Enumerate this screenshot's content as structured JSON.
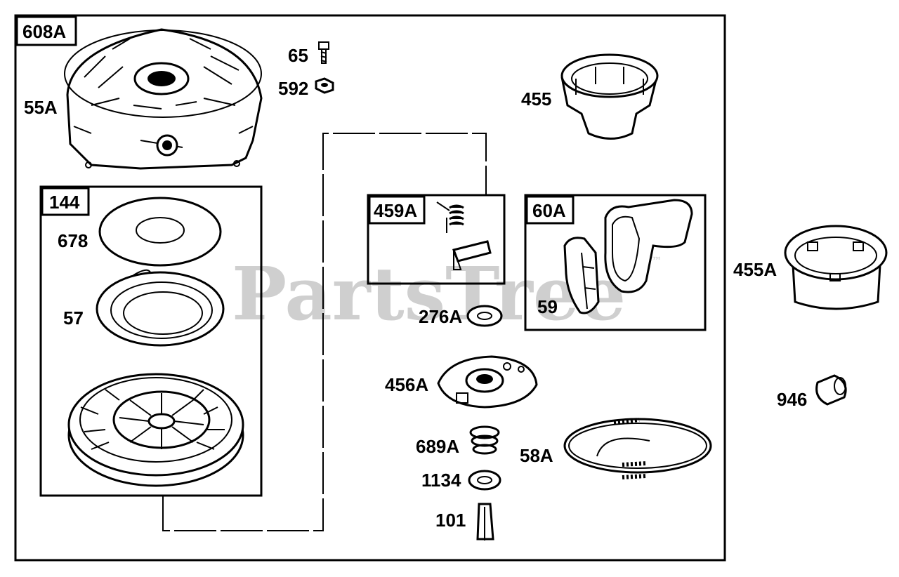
{
  "watermark": {
    "text": "PartsTree",
    "mark": "™"
  },
  "diagram": {
    "kits": {
      "k608A": "608A",
      "k144": "144",
      "k459A": "459A",
      "k60A": "60A"
    },
    "parts": {
      "p55A": "55A",
      "p65": "65",
      "p592": "592",
      "p455": "455",
      "p678": "678",
      "p57": "57",
      "p276A": "276A",
      "p59": "59",
      "p455A": "455A",
      "p456A": "456A",
      "p946": "946",
      "p689A": "689A",
      "p58A": "58A",
      "p1134": "1134",
      "p101": "101"
    }
  }
}
